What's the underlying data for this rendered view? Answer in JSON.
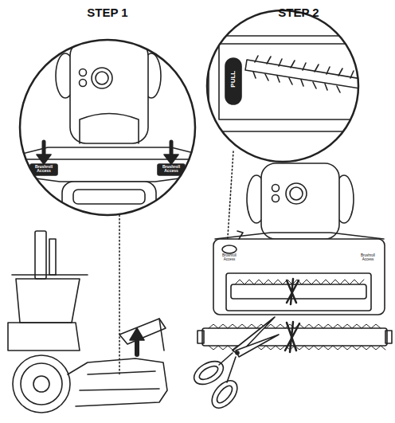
{
  "diagram": {
    "labels": [
      "STEP 1",
      "STEP 2",
      "Brushroll Access",
      "Brushroll Access",
      "PULL",
      "Brushroll Access",
      "Brushroll Access"
    ]
  }
}
